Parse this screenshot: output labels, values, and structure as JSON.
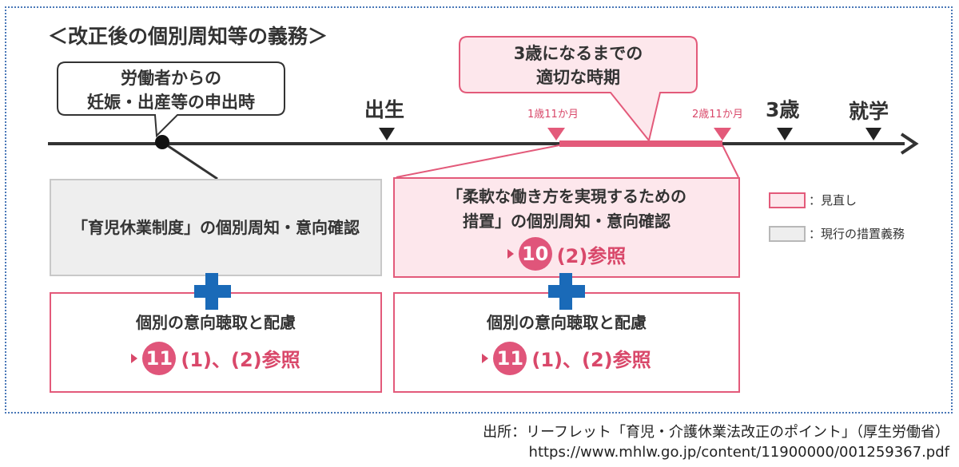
{
  "title": "＜改正後の個別周知等の義務＞",
  "callout_left": {
    "line1": "労働者からの",
    "line2": "妊娠・出産等の申出時"
  },
  "callout_right": {
    "line1": "3歳になるまでの",
    "line2": "適切な時期"
  },
  "timeline": {
    "milestones": [
      "出生",
      "3歳",
      "就学"
    ],
    "period_start": "1歳11か月",
    "period_end": "2歳11か月"
  },
  "boxes": {
    "left_top": {
      "text": "「育児休業制度」の個別周知・意向確認"
    },
    "right_top": {
      "line1": "「柔軟な働き方を実現するための",
      "line2": "措置」の個別周知・意向確認",
      "ref_number": "10",
      "ref_text": "(2)参照"
    },
    "left_bottom": {
      "text": "個別の意向聴取と配慮",
      "ref_number": "11",
      "ref_text": "(1)、(2)参照"
    },
    "right_bottom": {
      "text": "個別の意向聴取と配慮",
      "ref_number": "11",
      "ref_text": "(1)、(2)参照"
    }
  },
  "legend": {
    "revised": "：見直し",
    "current": "：現行の措置義務"
  },
  "source": {
    "line1": "出所：リーフレット「育児・介護休業法改正のポイント」（厚生労働省）",
    "line2": "https://www.mhlw.go.jp/content/11900000/001259367.pdf"
  },
  "colors": {
    "pink": "#e35a7a",
    "pink_fill": "#fde7ec",
    "gray_fill": "#eeeeee",
    "blue_plus": "#1a6ab8",
    "frame": "#4a78b8"
  }
}
